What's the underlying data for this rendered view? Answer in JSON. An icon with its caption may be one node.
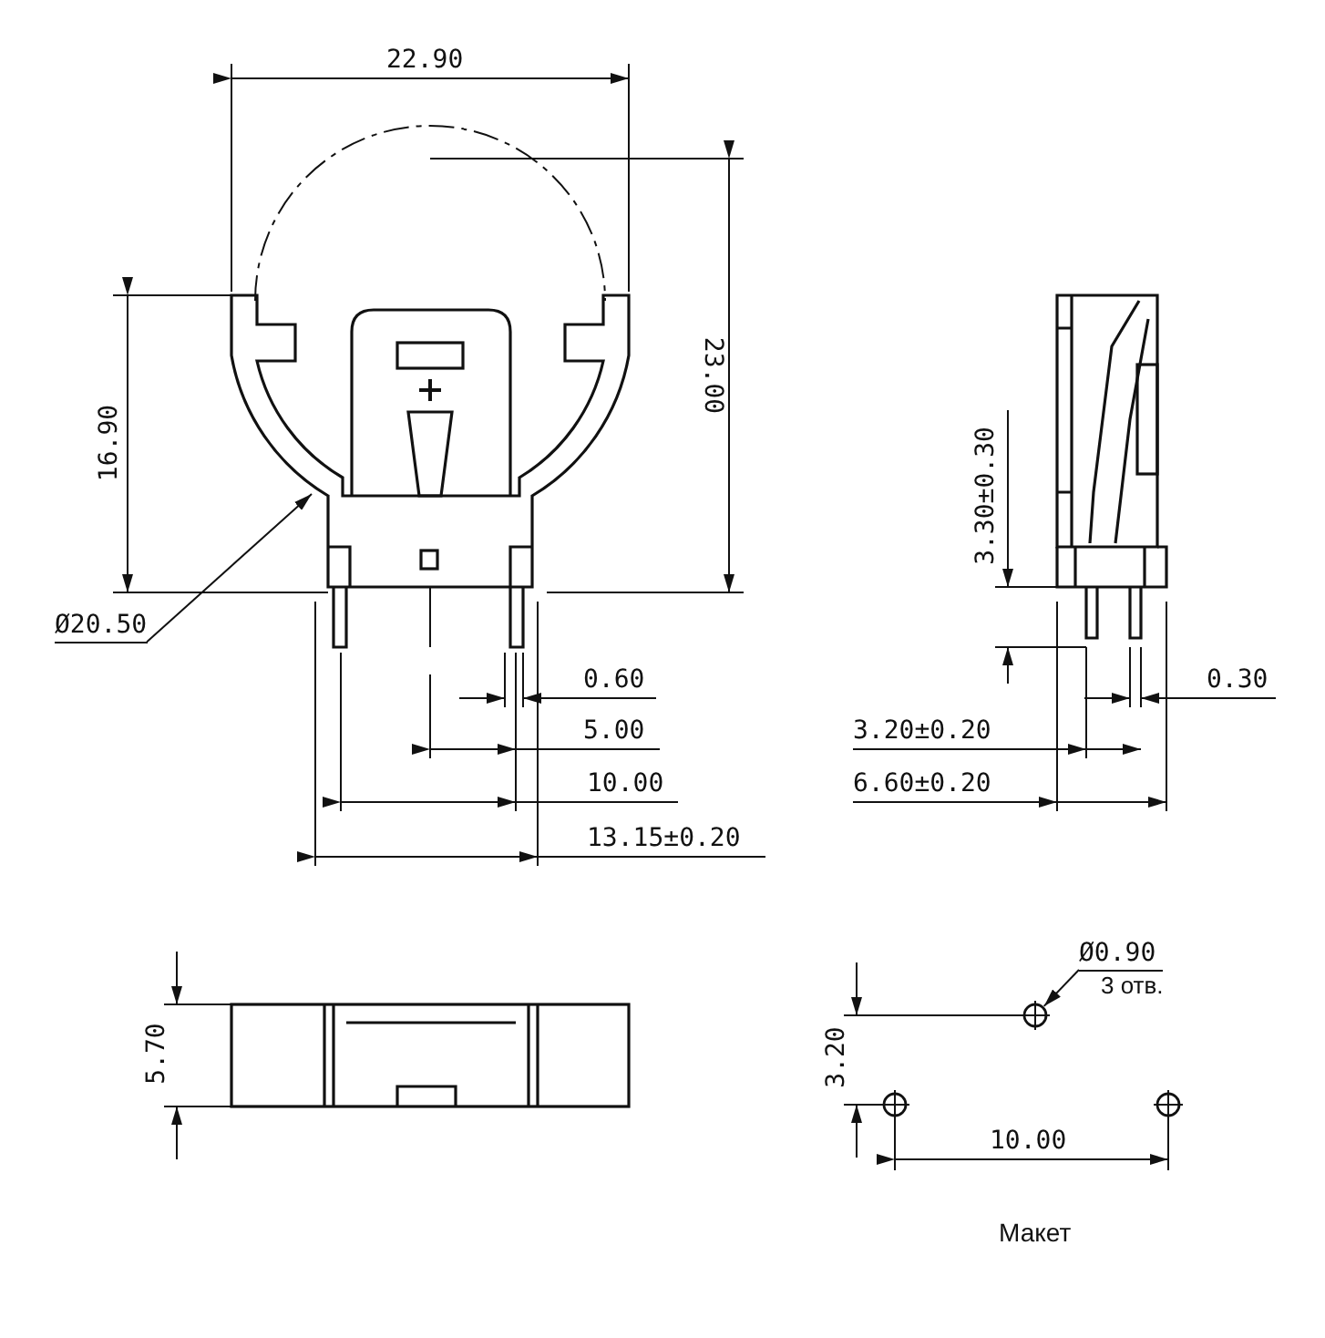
{
  "diagram": {
    "nodes": [
      {
        "text": [
          "Ø20.50"
        ]
      },
      {
        "text": [
          "Ø0.90",
          "3 отв."
        ]
      },
      {
        "text": [],
        "shape": "circle"
      }
    ],
    "edges": [
      {
        "from": 0,
        "to": null,
        "arrow": "to"
      },
      {
        "from": 1,
        "to": 2,
        "arrow": "to"
      }
    ],
    "labels": [
      "22.90",
      "23.00",
      "16.90",
      "0.60",
      "5.00",
      "10.00",
      "13.15±0.20",
      "3.30±0.30",
      "0.30",
      "3.20±0.20",
      "6.60±0.20",
      "5.70",
      "3.20",
      "10.00",
      "Макет"
    ]
  }
}
